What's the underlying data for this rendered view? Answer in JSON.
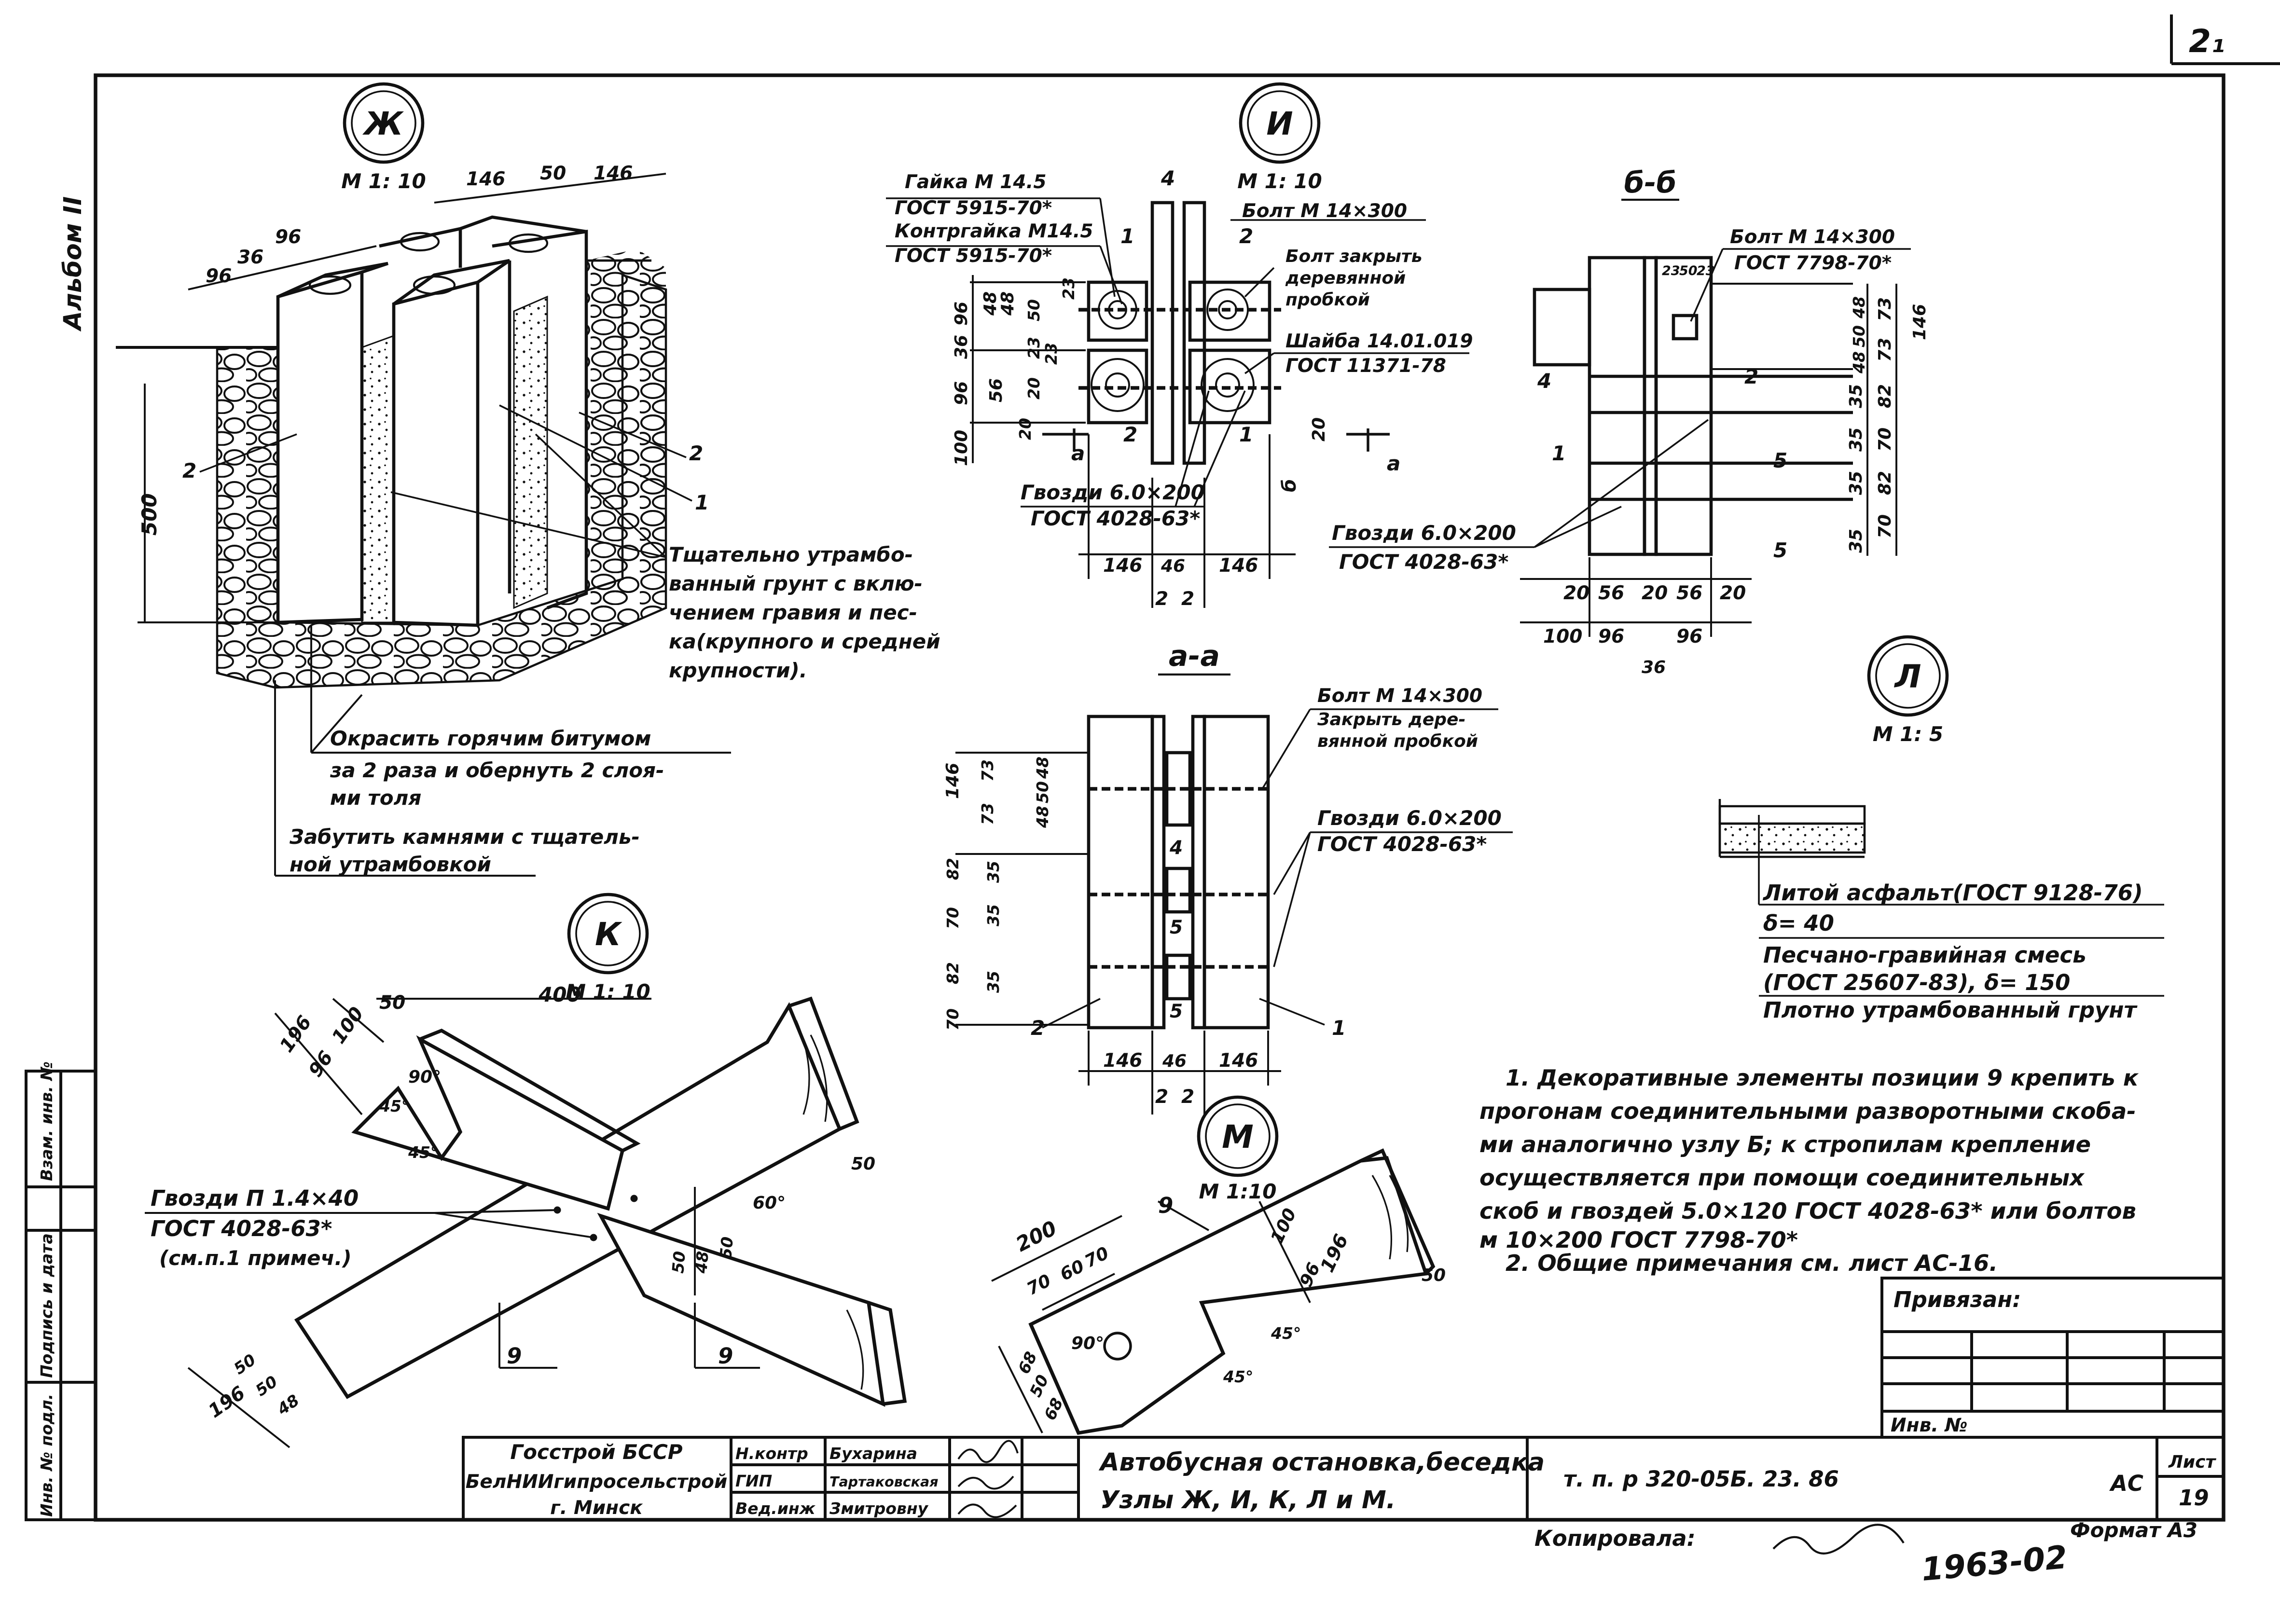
{
  "corner_mark": "2₁",
  "album_label": "Альбом II",
  "views": {
    "zh": {
      "mark": "Ж",
      "scale": "М 1: 10",
      "dims": {
        "top_146a": "146",
        "top_50": "50",
        "top_146b": "146",
        "left_96a": "96",
        "left_36": "36",
        "left_96b": "96",
        "height_500": "500"
      },
      "callouts": {
        "c1": "1",
        "c2a": "2",
        "c2b": "2"
      },
      "notes": [
        "Тщательно утрамбо-",
        "ванный грунт с вклю-",
        "чением гравия и пес-",
        "ка(крупного и средней",
        "крупности).",
        "Окрасить горячим битумом",
        "за 2 раза и обернуть 2 слоя-",
        "ми толя",
        "Забутить камнями с тщатель-",
        "ной утрамбовкой"
      ]
    },
    "i": {
      "mark": "И",
      "scale": "М 1: 10",
      "left_texts": [
        "Гайка М 14.5",
        "ГОСТ 5915-70*",
        "Контргайка М14.5",
        "ГОСТ 5915-70*"
      ],
      "right_texts": [
        "Болт М 14×300",
        "Болт закрыть",
        "деревянной",
        "пробкой",
        "Шайба 14.01.019",
        "ГОСТ 11371-78"
      ],
      "bottom_texts": [
        "Гвозди 6.0×200",
        "ГОСТ 4028-63*"
      ],
      "dims_left": [
        "36",
        "96",
        "48",
        "48",
        "50",
        "23",
        "23",
        "23",
        "96",
        "56",
        "20",
        "20",
        "100"
      ],
      "dims_bottom": [
        "146",
        "46",
        "146",
        "2",
        "2"
      ],
      "callouts": {
        "c1a": "1",
        "c1b": "1",
        "c2a": "2",
        "c2b": "2",
        "c4": "4",
        "a_left": "а",
        "a_right": "а",
        "b_mark": "б",
        "dim20": "20"
      }
    },
    "bb": {
      "title": "б-б",
      "texts": [
        "Болт М 14×300",
        "ГОСТ 7798-70*",
        "Гвозди 6.0×200",
        "ГОСТ 4028-63*"
      ],
      "dims_right": [
        "48",
        "50",
        "48",
        "73",
        "73",
        "146",
        "35",
        "82",
        "35",
        "70",
        "35",
        "82",
        "70",
        "35"
      ],
      "dims_top": [
        "23",
        "50",
        "23"
      ],
      "dims_bottom": [
        "20",
        "56",
        "20",
        "56",
        "20",
        "100",
        "96",
        "96",
        "36"
      ],
      "callouts": {
        "c1": "1",
        "c2": "2",
        "c4": "4",
        "c5a": "5",
        "c5b": "5"
      }
    },
    "aa": {
      "title": "а-а",
      "texts": [
        "Болт М 14×300",
        "Закрыть дере-",
        "вянной пробкой",
        "Гвозди 6.0×200",
        "ГОСТ 4028-63*"
      ],
      "dims_left": [
        "146",
        "73",
        "73",
        "48",
        "50",
        "48",
        "82",
        "70",
        "82",
        "70",
        "35",
        "35",
        "35"
      ],
      "dims_bottom": [
        "146",
        "46",
        "146",
        "2",
        "2"
      ],
      "callouts": {
        "c1": "1",
        "c2": "2",
        "c4": "4",
        "c5a": "5",
        "c5b": "5"
      }
    },
    "l": {
      "mark": "Л",
      "scale": "М 1: 5",
      "texts": [
        "Литой асфальт(ГОСТ 9128-76)",
        "δ= 40",
        "Песчано-гравийная смесь",
        "(ГОСТ 25607-83), δ= 150",
        "Плотно утрамбованный грунт"
      ]
    },
    "k": {
      "mark": "К",
      "scale": "М 1: 10",
      "dims": [
        "196",
        "96",
        "100",
        "50",
        "400",
        "90°",
        "45°",
        "45°",
        "60°",
        "50",
        "50",
        "48",
        "50",
        "196",
        "50",
        "50",
        "48"
      ],
      "texts": [
        "Гвозди П 1.4×40",
        "ГОСТ 4028-63*",
        "(см.п.1 примеч.)"
      ],
      "callouts": {
        "c9a": "9",
        "c9b": "9"
      }
    },
    "m": {
      "mark": "М",
      "scale": "М 1:10",
      "dims": [
        "200",
        "70",
        "60",
        "70",
        "100",
        "196",
        "96",
        "50",
        "90°",
        "45°",
        "45°",
        "68",
        "50",
        "68"
      ],
      "callouts": {
        "c9": "9"
      }
    }
  },
  "notes": [
    "1. Декоративные элементы позиции 9 крепить к",
    "прогонам соединительными разворотными скоба-",
    "ми аналогично узлу Б; к стропилам крепление",
    "осуществляется при помощи соединительных",
    "скоб и гвоздей 5.0×120 ГОСТ 4028-63* или болтов",
    "м 10×200 ГОСТ 7798-70*",
    "2. Общие примечания см. лист АС-16."
  ],
  "stamp": {
    "bound": "Привязан:",
    "inv_no": "Инв. №",
    "org1": "Госстрой БССР",
    "org2": "БелНИИгипросельстрой",
    "org3": "г. Минск",
    "roles": [
      "Н.контр",
      "ГИП",
      "Вед.инж"
    ],
    "names": [
      "Бухарина",
      "Тартаковская",
      "Змитровну"
    ],
    "title1": "Автобусная остановка,беседка",
    "title2": "Узлы Ж, И, К, Л и М.",
    "code": "т. п. р  320-05Б. 23. 86",
    "section": "АС",
    "sheet_label": "Лист",
    "sheet_no": "19",
    "copied": "Копировала:",
    "format": "Формат А3",
    "handwritten": "1963-02"
  },
  "side_strip": [
    "Инв. № подл.",
    "Подпись и дата",
    "Взам. инв. №"
  ]
}
